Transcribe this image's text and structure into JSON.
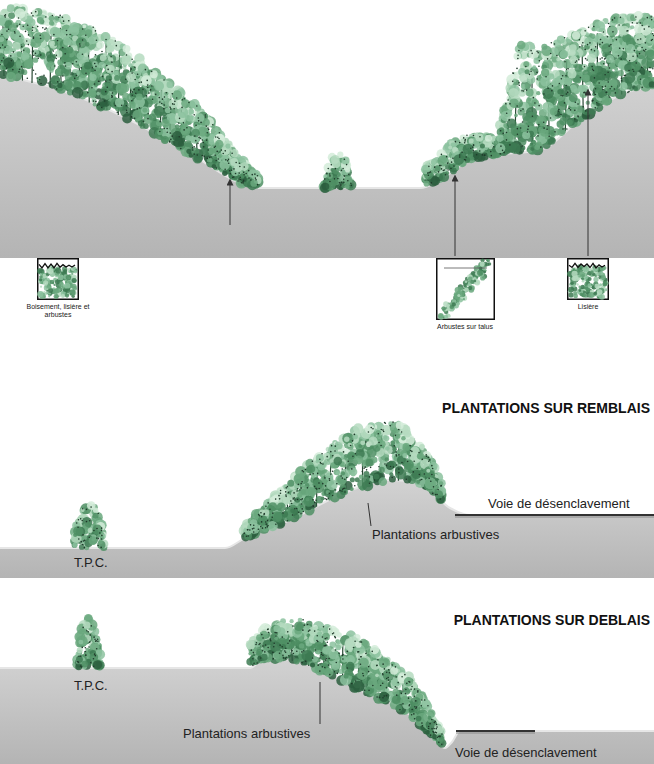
{
  "diagram": {
    "nodes": [
      {
        "text": [
          "Boisement, lisière et arbustes"
        ]
      },
      {
        "text": [
          "Arbustes sur talus"
        ]
      },
      {
        "text": [
          "Lisière"
        ]
      }
    ],
    "labels": [
      "PLANTATIONS SUR REMBLAIS",
      "Voie de désenclavement",
      "Plantations arbustives",
      "T.P.C.",
      "PLANTATIONS SUR DEBLAIS",
      "T.P.C.",
      "Plantations arbustives",
      "Voie de désenclavement"
    ]
  }
}
